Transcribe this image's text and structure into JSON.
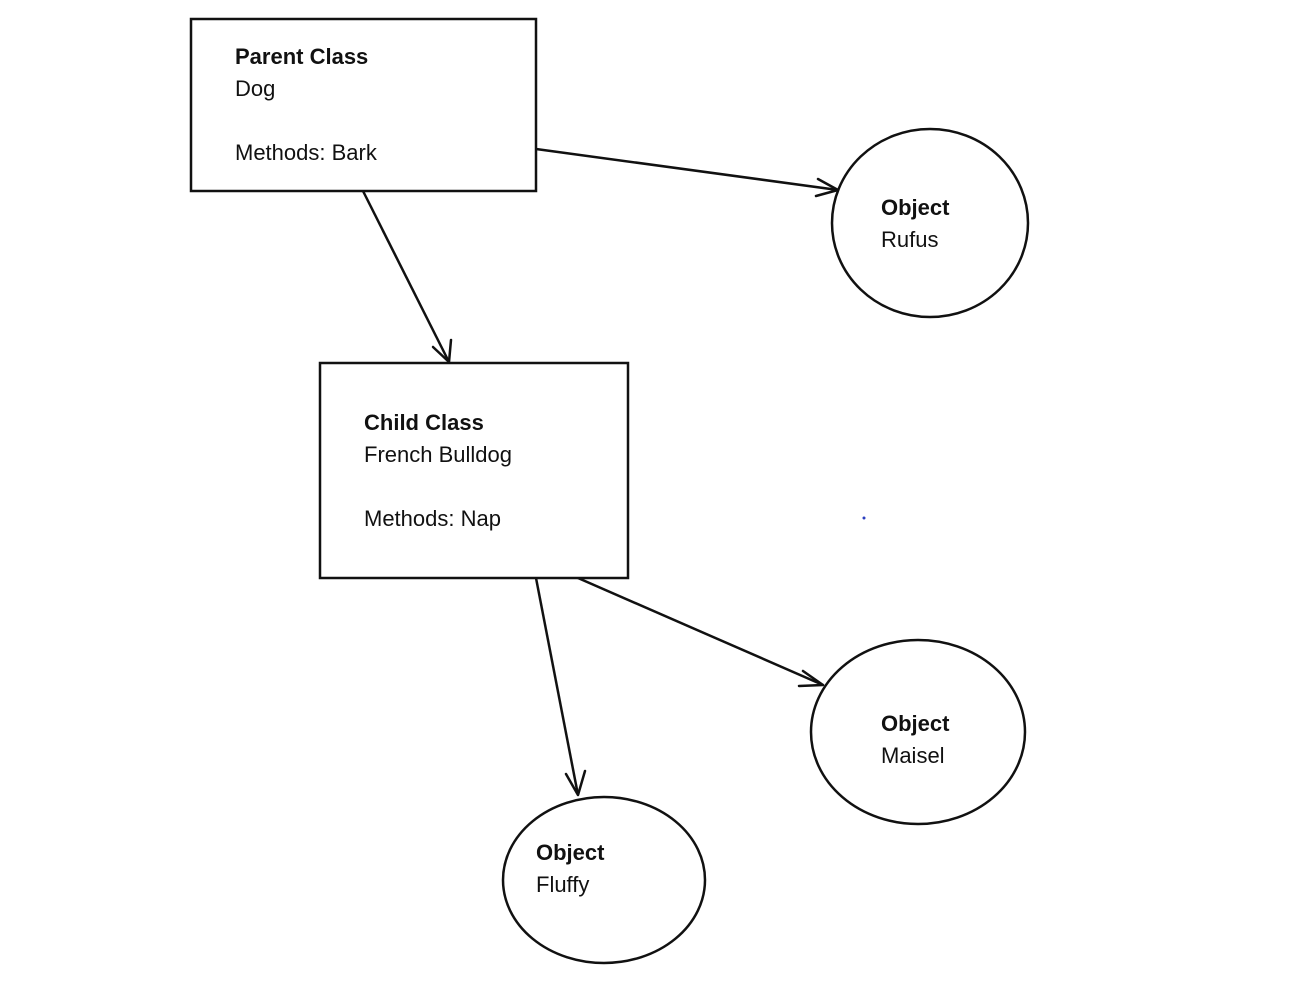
{
  "nodes": {
    "parent": {
      "heading": "Parent Class",
      "name": "Dog",
      "methods": "Methods: Bark"
    },
    "child": {
      "heading": "Child Class",
      "name": "French Bulldog",
      "methods": "Methods: Nap"
    },
    "rufus": {
      "heading": "Object",
      "name": "Rufus"
    },
    "maisel": {
      "heading": "Object",
      "name": "Maisel"
    },
    "fluffy": {
      "heading": "Object",
      "name": "Fluffy"
    }
  },
  "edges": [
    {
      "from": "Parent Class",
      "to": "Object Rufus"
    },
    {
      "from": "Parent Class",
      "to": "Child Class"
    },
    {
      "from": "Child Class",
      "to": "Object Maisel"
    },
    {
      "from": "Child Class",
      "to": "Object Fluffy"
    }
  ],
  "colors": {
    "stroke": "#111111",
    "background": "#ffffff",
    "stray_dot": "#2b3fbf"
  }
}
